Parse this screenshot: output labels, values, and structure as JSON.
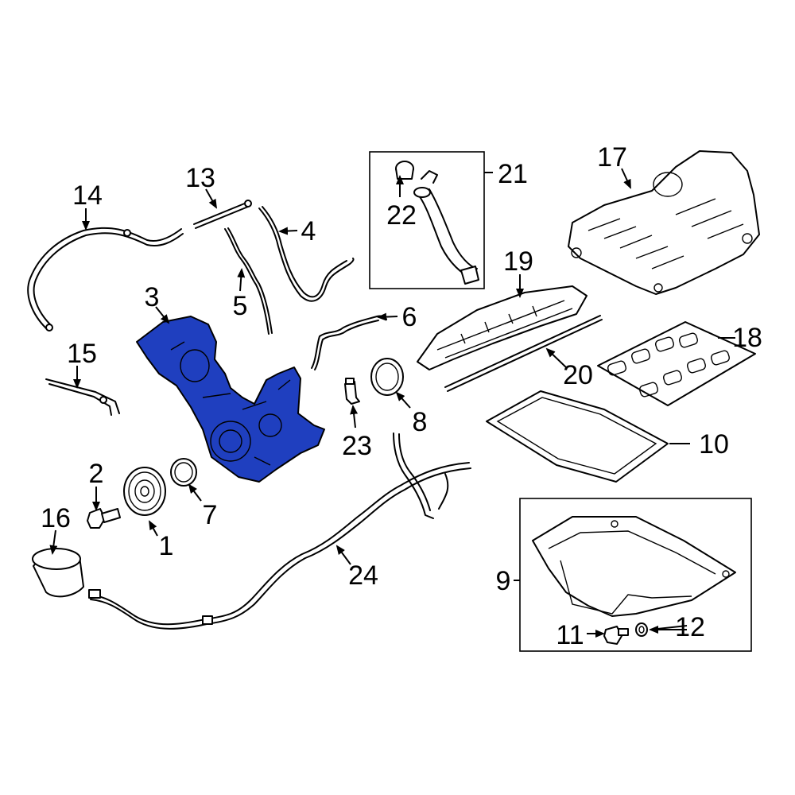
{
  "diagram": {
    "highlight_color": "#1f3fbf",
    "callouts": [
      "1",
      "2",
      "3",
      "4",
      "5",
      "6",
      "7",
      "8",
      "9",
      "10",
      "11",
      "12",
      "13",
      "14",
      "15",
      "16",
      "17",
      "18",
      "19",
      "20",
      "21",
      "22",
      "23",
      "24"
    ]
  }
}
